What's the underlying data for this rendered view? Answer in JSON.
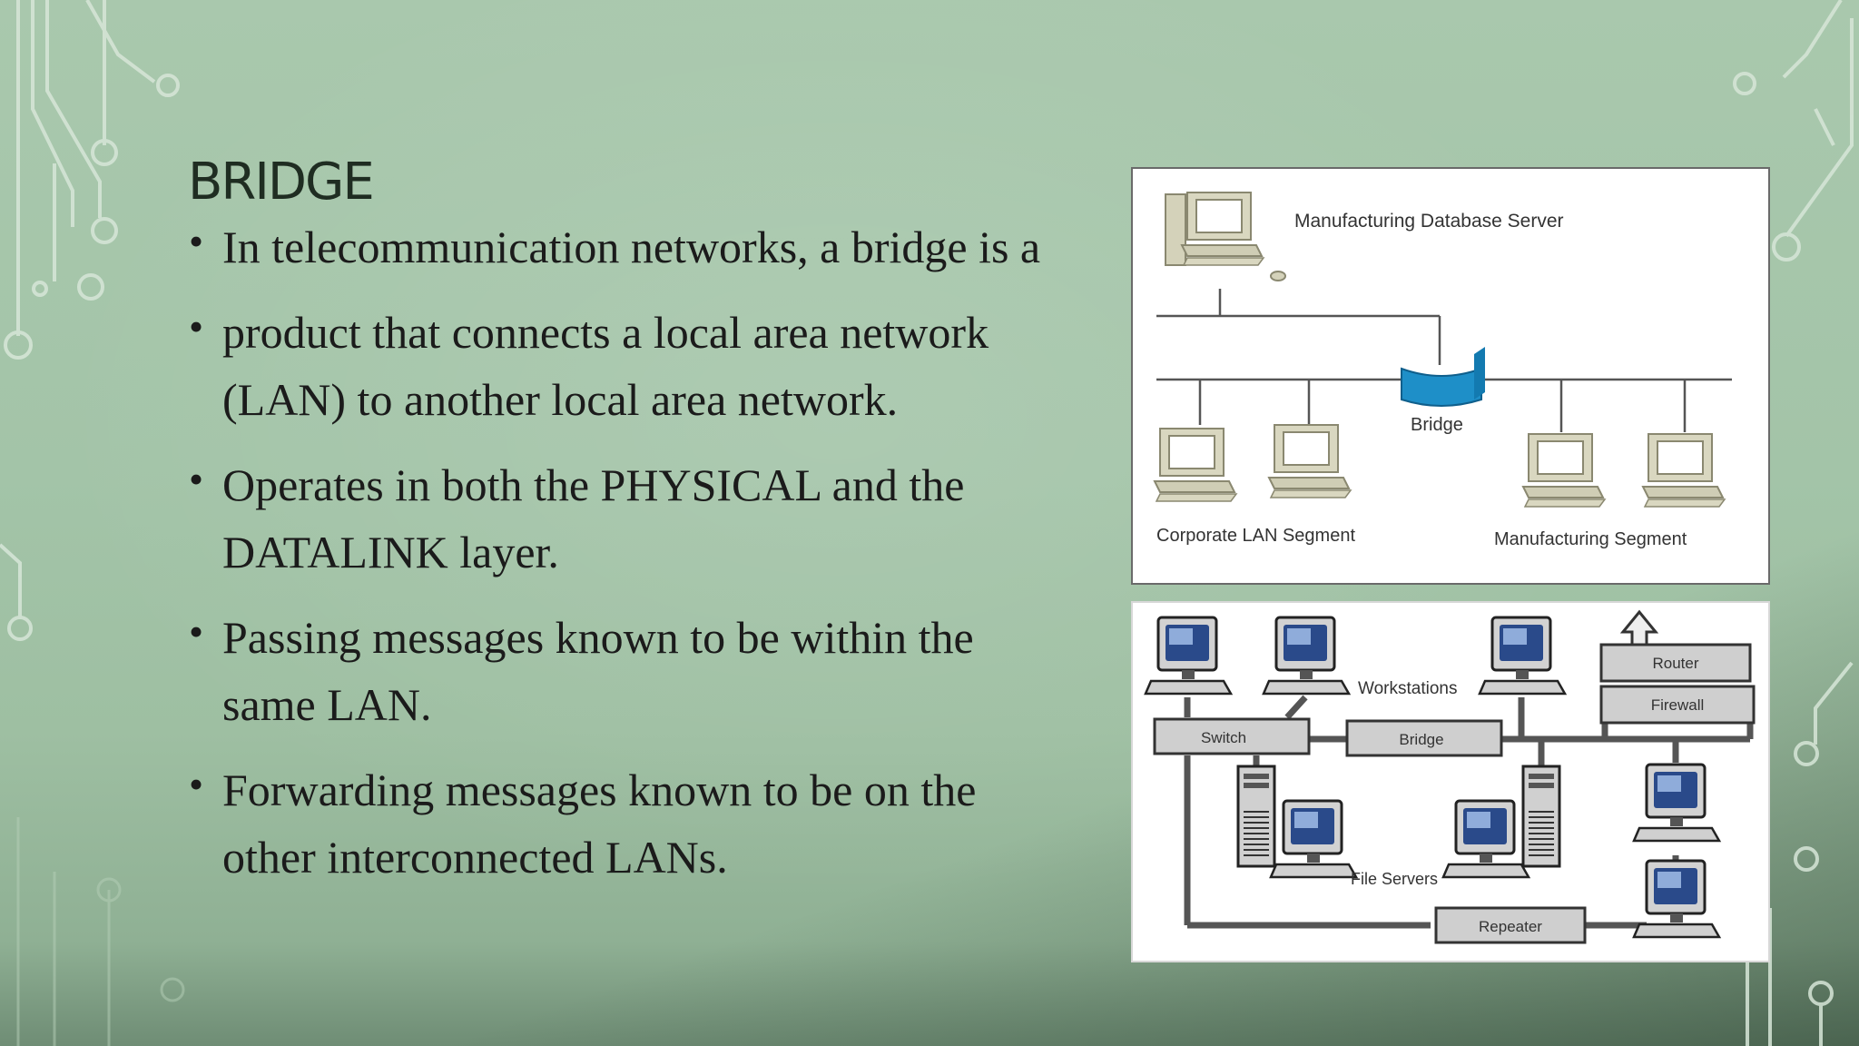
{
  "slide": {
    "title": "BRIDGE",
    "bullets": [
      "In telecommunication networks, a bridge is a",
      "product that connects a local area network (LAN) to another local area network.",
      "Operates in both the PHYSICAL and the DATALINK layer.",
      "Passing messages known to be within the same LAN.",
      "Forwarding messages known to be on the other interconnected LANs."
    ]
  },
  "diagram1": {
    "server_label": "Manufacturing Database Server",
    "bridge_label": "Bridge",
    "segment_left_label": "Corporate LAN Segment",
    "segment_right_label": "Manufacturing Segment"
  },
  "diagram2": {
    "router_label": "Router",
    "firewall_label": "Firewall",
    "workstations_label": "Workstations",
    "switch_label": "Switch",
    "bridge_label": "Bridge",
    "file_servers_label": "File Servers",
    "repeater_label": "Repeater"
  },
  "colors": {
    "background": "#a6c6aa",
    "bridge_device": "#1e8fc8",
    "text": "#1b1b1b"
  }
}
